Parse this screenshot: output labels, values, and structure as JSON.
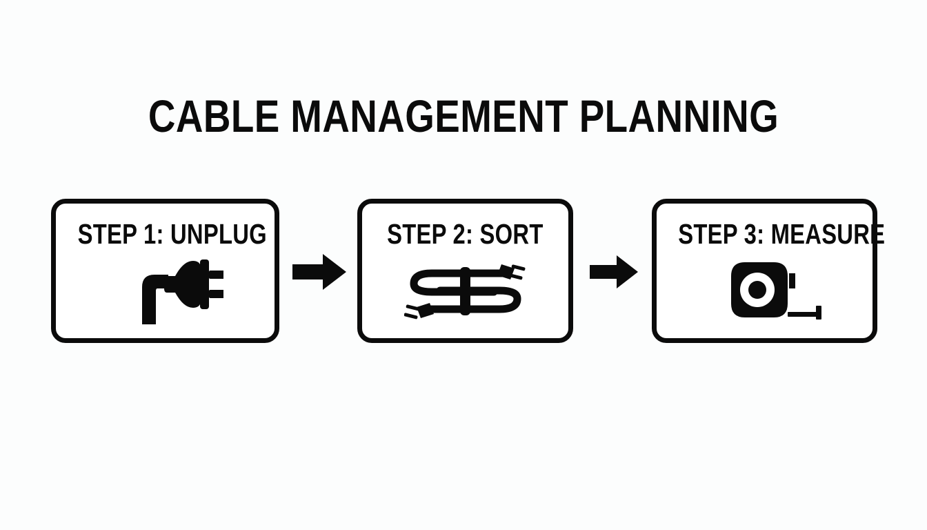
{
  "page": {
    "title": "CABLE MANAGEMENT PLANNING",
    "background_color": "#fcfdfd",
    "ink_color": "#0b0b0b"
  },
  "flow": {
    "steps": [
      {
        "label": "STEP 1: UNPLUG",
        "icon": "power-plug-icon"
      },
      {
        "label": "STEP 2: SORT",
        "icon": "coiled-cable-icon"
      },
      {
        "label": "STEP 3: MEASURE",
        "icon": "tape-measure-icon"
      }
    ],
    "connectors": [
      {
        "icon": "arrow-right-icon"
      },
      {
        "icon": "arrow-right-icon"
      }
    ]
  }
}
